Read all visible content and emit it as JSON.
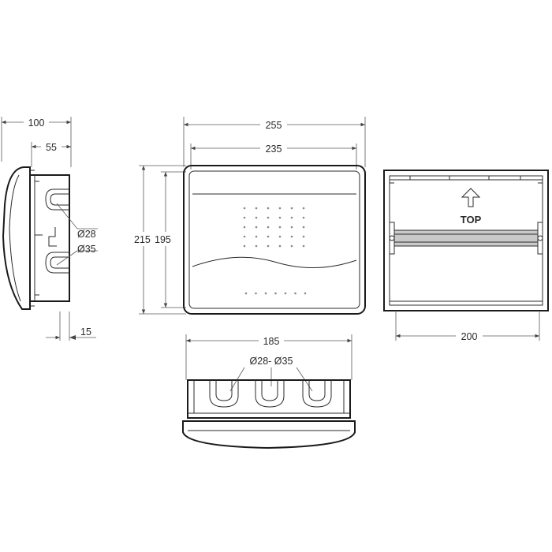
{
  "dimensions": {
    "side_depth_total": "100",
    "side_depth_box": "55",
    "side_wall": "15",
    "hole_small": "Ø28",
    "hole_large": "Ø35",
    "front_width_outer": "255",
    "front_width_inner": "235",
    "front_height_outer": "215",
    "front_height_inner": "195",
    "bottom_width": "185",
    "bottom_holes": "Ø28- Ø35",
    "back_width": "200"
  },
  "labels": {
    "top_arrow": "TOP"
  },
  "colors": {
    "line": "#2b2b2b",
    "dimension": "#5a5a5a",
    "rail_fill": "#c9c9c9"
  }
}
